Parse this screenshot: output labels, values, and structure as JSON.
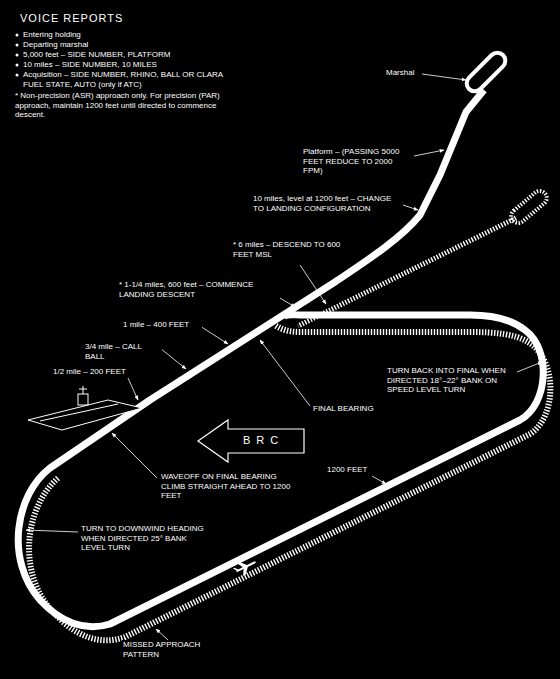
{
  "diagram": {
    "title": "VOICE REPORTS",
    "labels": [
      "Entering holding",
      "Departing marshal",
      "5,000 feet – SIDE NUMBER, PLATFORM",
      "10 miles – SIDE NUMBER, 10 MILES",
      "Acquisition – SIDE NUMBER, RHINO, BALL OR CLARA FUEL STATE, AUTO (only if ATC)",
      "* Non-precision (ASR) approach only. For precision (PAR) approach, maintain 1200 feet until directed to commence descent.",
      "Marshal",
      "Platform – (PASSING 5000 FEET REDUCE TO 2000 FPM)",
      "10 miles, level at 1200 feet – CHANGE TO LANDING CONFIGURATION",
      "* 6 miles – DESCEND TO 600 FEET MSL",
      "* 1-1/4 miles, 600 feet – COMMENCE LANDING DESCENT",
      "1 mile – 400 FEET",
      "3/4 mile – CALL BALL",
      "1/2 mile – 200 FEET",
      "FINAL BEARING",
      "BRC",
      "TURN BACK INTO FINAL WHEN DIRECTED 18°–22° BANK ON SPEED LEVEL TURN",
      "1200 FEET",
      "WAVEOFF ON FINAL BEARING CLIMB STRAIGHT AHEAD TO 1200 FEET",
      "TURN TO DOWNWIND HEADING WHEN DIRECTED 25° BANK LEVEL TURN",
      "MISSED APPROACH PATTERN"
    ]
  }
}
